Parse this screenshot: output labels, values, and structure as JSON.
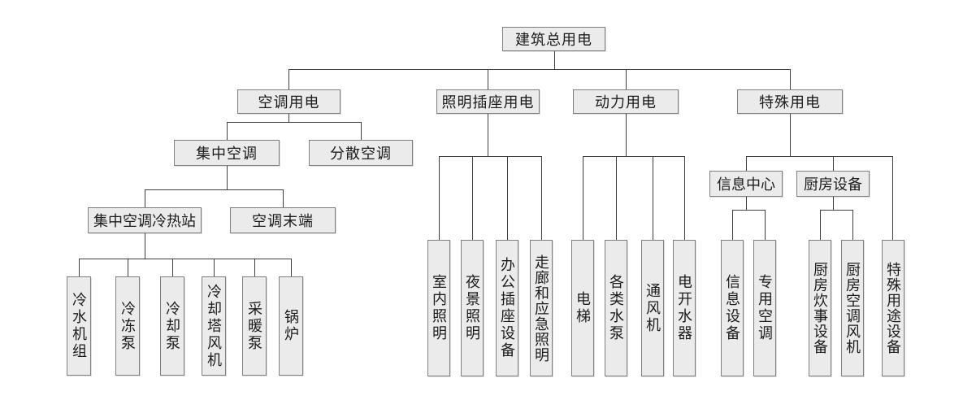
{
  "diagram": {
    "type": "tree-diagram",
    "root_label": "建筑总用电"
  },
  "colors": {
    "background": "#ffffff",
    "box_fill": "#ebebeb",
    "box_border": "#7f7f7f",
    "connector_line": "#3f3f3f",
    "text": "#1c1c1c"
  },
  "nodes": {
    "root": {
      "label": "建筑总用电"
    },
    "ac_power": {
      "label": "空调用电"
    },
    "lighting_power": {
      "label": "照明插座用电"
    },
    "motive_power": {
      "label": "动力用电"
    },
    "special_power": {
      "label": "特殊用电"
    },
    "central_ac": {
      "label": "集中空调"
    },
    "distributed_ac": {
      "label": "分散空调"
    },
    "central_plant": {
      "label": "集中空调冷热站"
    },
    "ac_terminal": {
      "label": "空调末端"
    },
    "chiller_unit": {
      "label": "冷水机组"
    },
    "chilled_pump": {
      "label": "冷冻泵"
    },
    "cooling_pump": {
      "label": "冷却泵"
    },
    "cooling_tower_fan": {
      "label": "冷却塔风机"
    },
    "heating_pump": {
      "label": "采暖泵"
    },
    "boiler": {
      "label": "锅炉"
    },
    "indoor_lighting": {
      "label": "室内照明"
    },
    "night_lighting": {
      "label": "夜景照明"
    },
    "office_socket": {
      "label": "办公插座设备"
    },
    "corridor_emerg": {
      "label": "走廊和应急照明"
    },
    "elevator": {
      "label": "电梯"
    },
    "water_pumps": {
      "label": "各类水泵"
    },
    "ventilation_fan": {
      "label": "通风机"
    },
    "water_heater": {
      "label": "电开水器"
    },
    "info_center": {
      "label": "信息中心"
    },
    "kitchen_equip": {
      "label": "厨房设备"
    },
    "info_equipment": {
      "label": "信息设备"
    },
    "dedicated_ac": {
      "label": "专用空调"
    },
    "kitchen_cooking": {
      "label": "厨房炊事设备"
    },
    "kitchen_ac_fan": {
      "label": "厨房空调风机"
    },
    "special_purpose": {
      "label": "特殊用途设备"
    }
  },
  "hierarchy": {
    "建筑总用电": {
      "空调用电": {
        "集中空调": {
          "集中空调冷热站": [
            "冷水机组",
            "冷冻泵",
            "冷却泵",
            "冷却塔风机",
            "采暖泵",
            "锅炉"
          ],
          "空调末端": []
        },
        "分散空调": []
      },
      "照明插座用电": [
        "室内照明",
        "夜景照明",
        "办公插座设备",
        "走廊和应急照明"
      ],
      "动力用电": [
        "电梯",
        "各类水泵",
        "通风机",
        "电开水器"
      ],
      "特殊用电": {
        "信息中心": [
          "信息设备",
          "专用空调"
        ],
        "厨房设备": [
          "厨房炊事设备",
          "厨房空调风机"
        ],
        "特殊用途设备": []
      }
    }
  }
}
